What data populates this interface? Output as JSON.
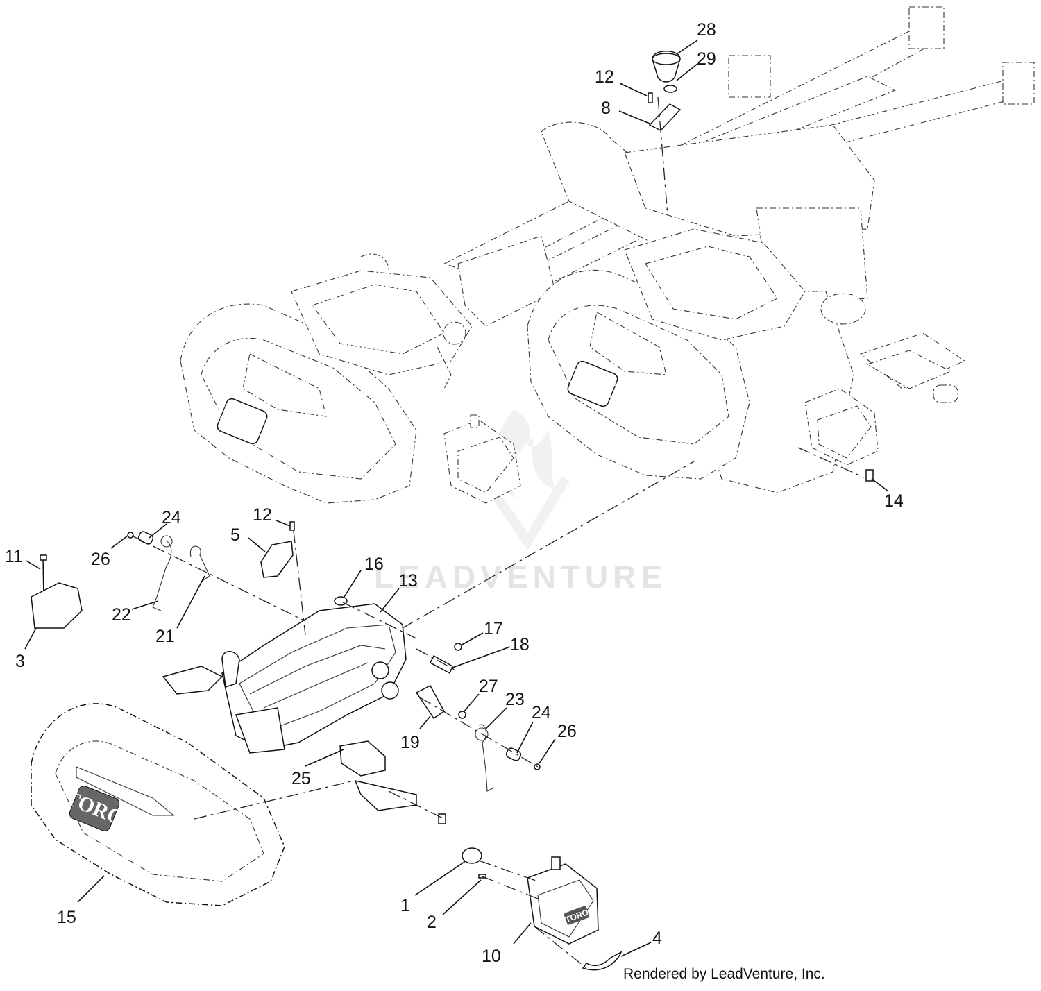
{
  "watermark": "LEADVENTURE",
  "credit": "Rendered by LeadVenture, Inc.",
  "brand": {
    "logo_text": "TORO",
    "motor_logo_text": "TORO"
  },
  "colors": {
    "line": "#111111",
    "watermark": "#e4e4e4",
    "background": "#ffffff"
  },
  "callouts": [
    "28",
    "29",
    "12",
    "8",
    "14",
    "12",
    "24",
    "5",
    "26",
    "11",
    "16",
    "13",
    "22",
    "21",
    "3",
    "17",
    "18",
    "27",
    "23",
    "24",
    "26",
    "19",
    "25",
    "15",
    "1",
    "2",
    "4",
    "10"
  ]
}
